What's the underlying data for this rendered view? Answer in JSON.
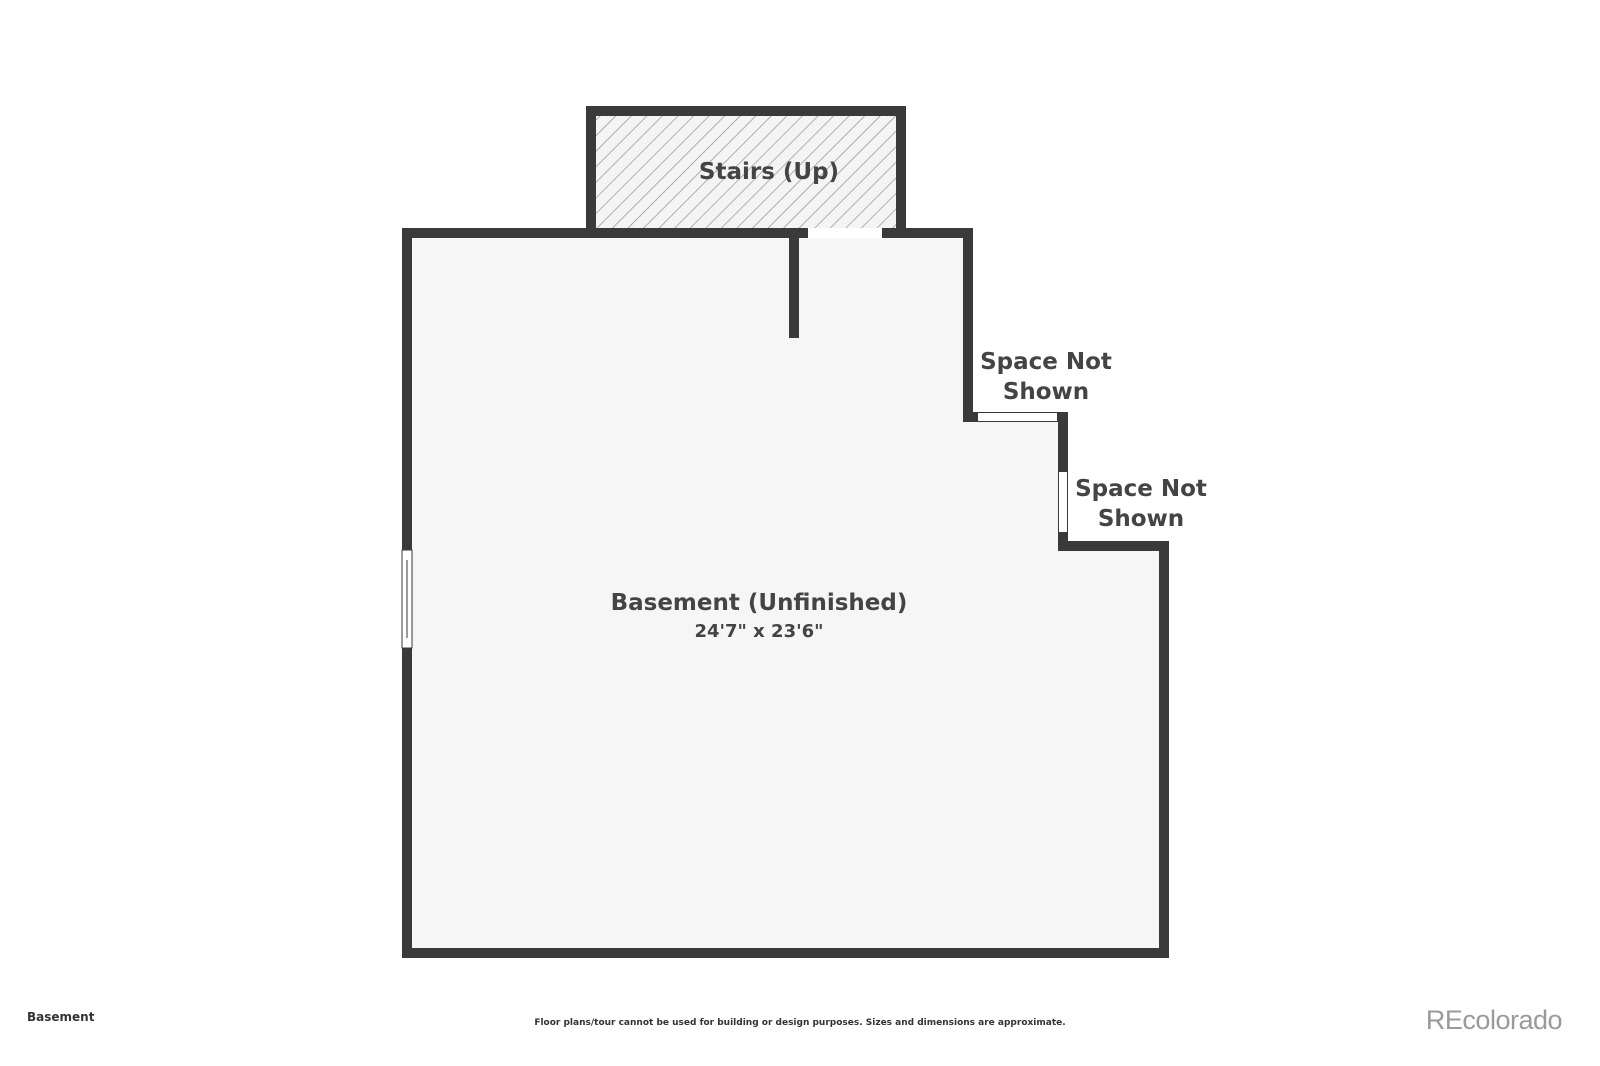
{
  "rooms": {
    "stairs": {
      "label": "Stairs (Up)"
    },
    "basement": {
      "label": "Basement (Unfinished)",
      "dimensions": "24'7\" x 23'6\""
    },
    "space_not_shown_1": {
      "line1": "Space Not",
      "line2": "Shown"
    },
    "space_not_shown_2": {
      "line1": "Space Not",
      "line2": "Shown"
    }
  },
  "footer": {
    "floor_name": "Basement",
    "disclaimer": "Floor plans/tour cannot be used for building or design purposes. Sizes and dimensions are approximate.",
    "brand": "REcolorado"
  },
  "colors": {
    "wall": "#3a3a3a",
    "floor": "#f6f6f6",
    "opening": "#ffffff",
    "text": "#444444"
  }
}
